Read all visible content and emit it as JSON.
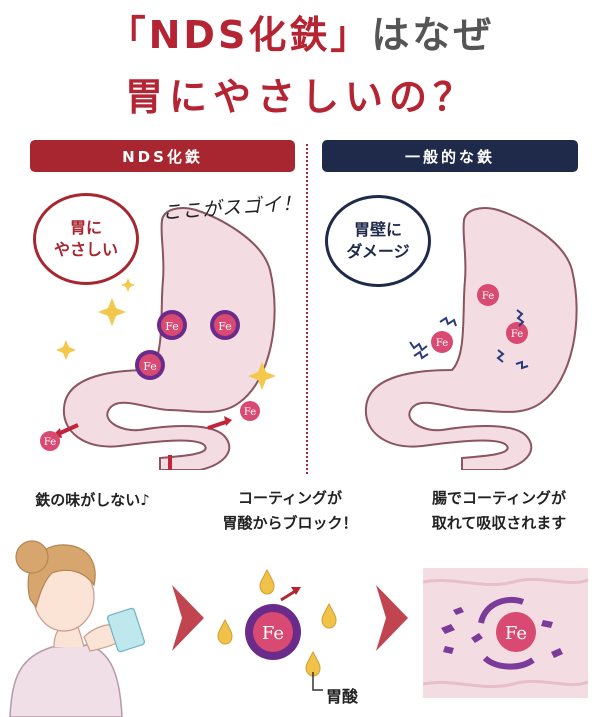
{
  "header": {
    "title_quote_open": "「",
    "title_brand": "NDS化鉄",
    "title_quote_close": "」",
    "title_rest": "はなぜ",
    "subtitle": "胃にやさしいの？"
  },
  "left_panel": {
    "label": "NDS化鉄",
    "bubble_line1": "胃に",
    "bubble_line2": "やさしい",
    "exclaim": "ここがスゴイ！",
    "particle_label": "Fe"
  },
  "right_panel": {
    "label": "一般的な鉄",
    "bubble_line1": "胃壁に",
    "bubble_line2": "ダメージ",
    "particle_label": "Fe"
  },
  "captions": {
    "cap1_line1": "鉄の味がしない♪",
    "cap2_line1": "コーティングが",
    "cap2_line2": "胃酸からブロック！",
    "cap3_line1": "腸でコーティングが",
    "cap3_line2": "取れて吸収されます"
  },
  "bottom": {
    "fe_center": "Fe",
    "fe_right": "Fe",
    "acid_label": "胃酸"
  },
  "colors": {
    "brand_red": "#a82630",
    "navy": "#1f2a4a",
    "stomach_pink": "#f3dde2",
    "fe_pink": "#d94a72"
  }
}
